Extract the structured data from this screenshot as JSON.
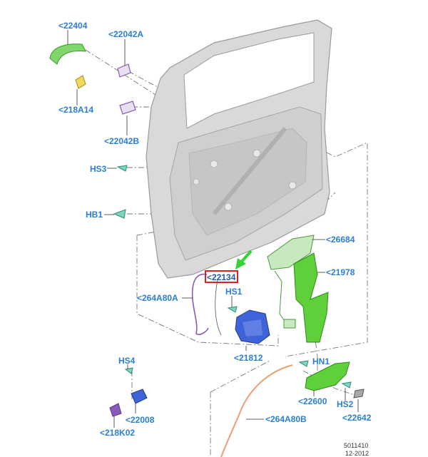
{
  "diagram": {
    "callouts": {
      "c22404": "<22404",
      "c22042A": "<22042A",
      "c218A14": "<218A14",
      "c22042B": "<22042B",
      "cHS3": "HS3",
      "cHB1": "HB1",
      "c26684": "<26684",
      "c21978": "<21978",
      "c264A80A": "<264A80A",
      "c22134": "<22134",
      "cHS1": "HS1",
      "c21812": "<21812",
      "cHS4": "HS4",
      "cHN1": "HN1",
      "c22600": "<22600",
      "cHS2": "HS2",
      "c22642": "<22642",
      "c22008": "<22008",
      "c218K02": "<218K02",
      "c264A80B": "<264A80B"
    },
    "reference": {
      "number": "5011410",
      "date": "12-2012"
    },
    "colors": {
      "callout_text": "#2a7fd4",
      "door_panel": "#d9d9d9",
      "green_part": "#5fcf3a",
      "blue_part": "#3f63d8",
      "purple_part": "#8a5ab8",
      "orange_cable": "#e8a070",
      "highlight_box": "#e02020",
      "pointer_arrow": "#35d335"
    }
  }
}
